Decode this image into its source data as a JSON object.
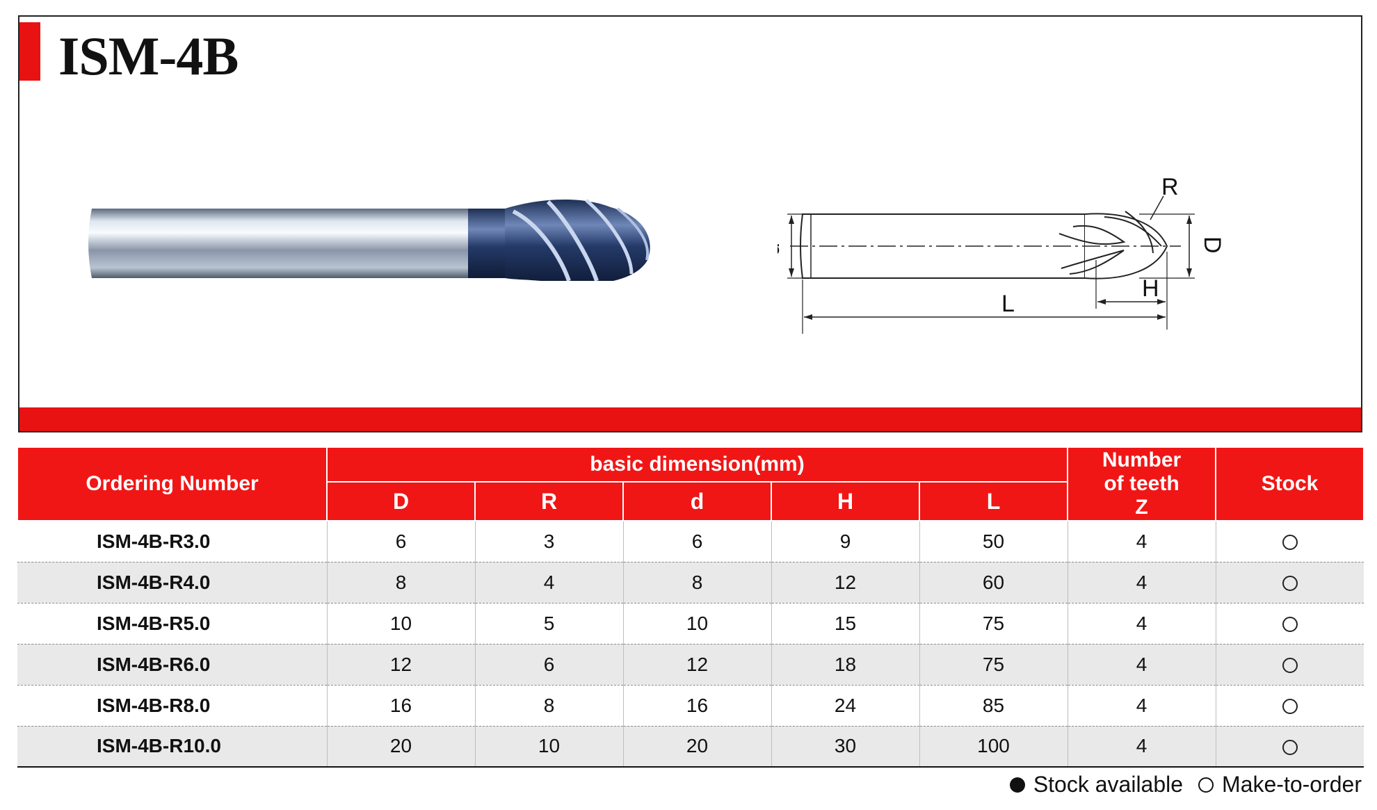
{
  "product": {
    "title": "ISM-4B",
    "accent_color": "#e81212"
  },
  "drawing": {
    "labels": {
      "R": "R",
      "D": "D",
      "d": "d",
      "H": "H",
      "L": "L"
    }
  },
  "table": {
    "header": {
      "ordering": "Ordering Number",
      "group": "basic dimension(mm)",
      "D": "D",
      "R": "R",
      "d": "d",
      "H": "H",
      "L": "L",
      "teeth": "Number of teeth Z",
      "stock": "Stock"
    },
    "rows": [
      {
        "ordering": "ISM-4B-R3.0",
        "D": "6",
        "R": "3",
        "d": "6",
        "H": "9",
        "L": "50",
        "Z": "4",
        "stock": "make-to-order"
      },
      {
        "ordering": "ISM-4B-R4.0",
        "D": "8",
        "R": "4",
        "d": "8",
        "H": "12",
        "L": "60",
        "Z": "4",
        "stock": "make-to-order"
      },
      {
        "ordering": "ISM-4B-R5.0",
        "D": "10",
        "R": "5",
        "d": "10",
        "H": "15",
        "L": "75",
        "Z": "4",
        "stock": "make-to-order"
      },
      {
        "ordering": "ISM-4B-R6.0",
        "D": "12",
        "R": "6",
        "d": "12",
        "H": "18",
        "L": "75",
        "Z": "4",
        "stock": "make-to-order"
      },
      {
        "ordering": "ISM-4B-R8.0",
        "D": "16",
        "R": "8",
        "d": "16",
        "H": "24",
        "L": "85",
        "Z": "4",
        "stock": "make-to-order"
      },
      {
        "ordering": "ISM-4B-R10.0",
        "D": "20",
        "R": "10",
        "d": "20",
        "H": "30",
        "L": "100",
        "Z": "4",
        "stock": "make-to-order"
      }
    ]
  },
  "legend": {
    "available": "Stock available",
    "order": "Make-to-order"
  }
}
